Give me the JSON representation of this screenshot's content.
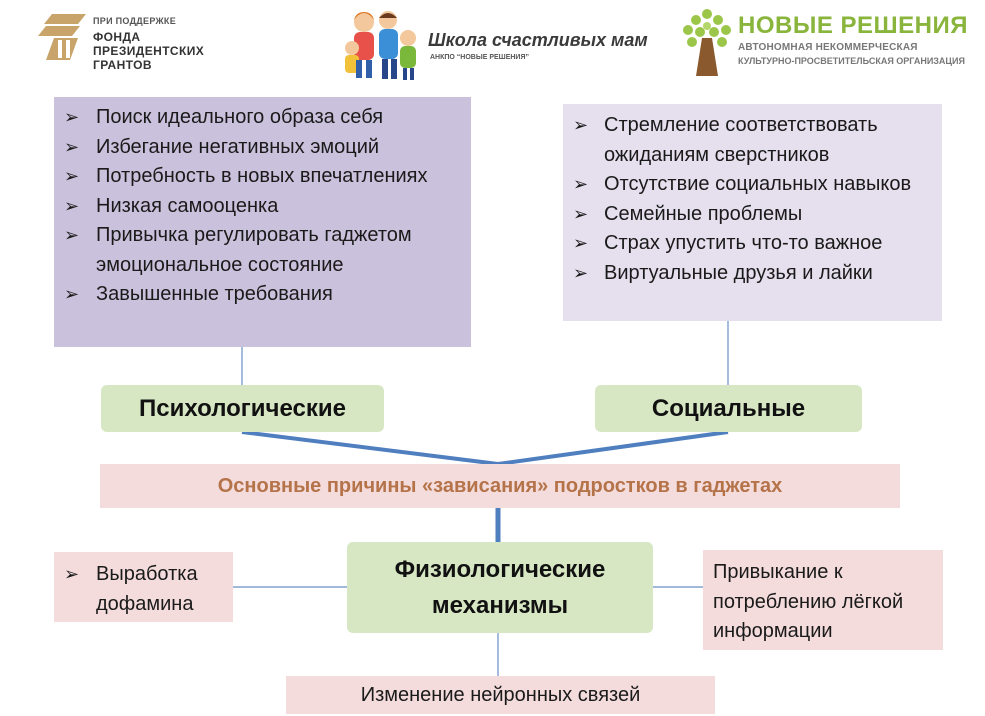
{
  "header": {
    "logo_fund": {
      "top": "ПРИ ПОДДЕРЖКЕ",
      "lines": [
        "ФОНДА",
        "ПРЕЗИДЕНТСКИХ",
        "ГРАНТОВ"
      ]
    },
    "logo_school": {
      "title": "Школа счастливых мам",
      "subtitle": "АНКПО “НОВЫЕ РЕШЕНИЯ”"
    },
    "logo_org": {
      "name": "НОВЫЕ РЕШЕНИЯ",
      "line1": "АВТОНОМНАЯ НЕКОММЕРЧЕСКАЯ",
      "line2": "КУЛЬТУРНО-ПРОСВЕТИТЕЛЬСКАЯ ОРГАНИЗАЦИЯ"
    }
  },
  "diagram": {
    "main_title": "Основные причины «зависания» подростков в гаджетах",
    "psychological": {
      "label": "Психологические",
      "items": [
        "Поиск идеального образа себя",
        "Избегание негативных эмоций",
        "Потребность в новых впечатлениях",
        "Низкая самооценка",
        "Привычка регулировать гаджетом эмоциональное состояние",
        "Завышенные требования"
      ]
    },
    "social": {
      "label": "Социальные",
      "items": [
        "Стремление соответствовать ожиданиям сверстников",
        "Отсутствие социальных навыков",
        "Семейные проблемы",
        "Страх упустить что-то важное",
        "Виртуальные друзья и лайки"
      ]
    },
    "physiological": {
      "label_line1": "Физиологические",
      "label_line2": "механизмы",
      "left_item": "Выработка дофамина",
      "right_item": "Привыкание к потреблению лёгкой информации",
      "bottom_item": "Изменение нейронных связей"
    }
  },
  "colors": {
    "purple_box": "#cac2dc",
    "lavender_box": "#e5dfee",
    "green_label": "#d7e7c3",
    "pink_box": "#f4dcdc",
    "title_text": "#b5734a",
    "connector": "#4f7fbf"
  }
}
